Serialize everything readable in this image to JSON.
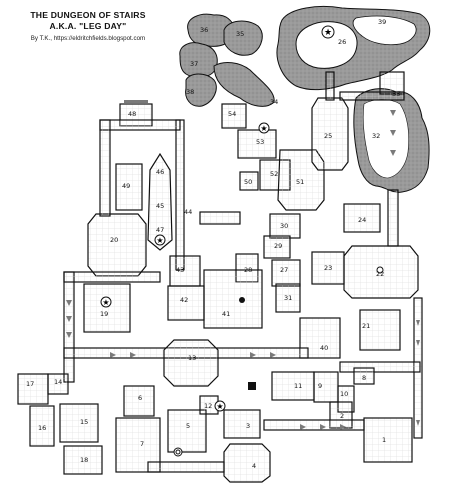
{
  "title": {
    "line1": "THE DUNGEON OF STAIRS",
    "line2": "A.K.A. \"LEG DAY\"",
    "credit": "By T.K., https://eldritchfields.blogspot.com"
  },
  "colors": {
    "ink": "#111111",
    "cave": "#9a9a9a",
    "grid": "#d6d6d6",
    "bg": "#ffffff"
  },
  "map_symbols": [
    "star-icon",
    "pit-icon",
    "spiral-stair-icon",
    "statue-icon",
    "stairs-icon"
  ],
  "rooms": [
    {
      "id": "1",
      "label": "1"
    },
    {
      "id": "2",
      "label": "2"
    },
    {
      "id": "3",
      "label": "3"
    },
    {
      "id": "4",
      "label": "4"
    },
    {
      "id": "5",
      "label": "5"
    },
    {
      "id": "6",
      "label": "6"
    },
    {
      "id": "7",
      "label": "7"
    },
    {
      "id": "8",
      "label": "8"
    },
    {
      "id": "9",
      "label": "9"
    },
    {
      "id": "10",
      "label": "10"
    },
    {
      "id": "11",
      "label": "11"
    },
    {
      "id": "12",
      "label": "12"
    },
    {
      "id": "13",
      "label": "13"
    },
    {
      "id": "14",
      "label": "14"
    },
    {
      "id": "15",
      "label": "15"
    },
    {
      "id": "16",
      "label": "16"
    },
    {
      "id": "17",
      "label": "17"
    },
    {
      "id": "18",
      "label": "18"
    },
    {
      "id": "19",
      "label": "19"
    },
    {
      "id": "20",
      "label": "20"
    },
    {
      "id": "21",
      "label": "21"
    },
    {
      "id": "22",
      "label": "22"
    },
    {
      "id": "23",
      "label": "23"
    },
    {
      "id": "24",
      "label": "24"
    },
    {
      "id": "25",
      "label": "25"
    },
    {
      "id": "26",
      "label": "26"
    },
    {
      "id": "27",
      "label": "27"
    },
    {
      "id": "28",
      "label": "28"
    },
    {
      "id": "29",
      "label": "29"
    },
    {
      "id": "30",
      "label": "30"
    },
    {
      "id": "31",
      "label": "31"
    },
    {
      "id": "32",
      "label": "32"
    },
    {
      "id": "33",
      "label": "33"
    },
    {
      "id": "34",
      "label": "34"
    },
    {
      "id": "35",
      "label": "35"
    },
    {
      "id": "36",
      "label": "36"
    },
    {
      "id": "37",
      "label": "37"
    },
    {
      "id": "38",
      "label": "38"
    },
    {
      "id": "39",
      "label": "39"
    },
    {
      "id": "40",
      "label": "40"
    },
    {
      "id": "41",
      "label": "41"
    },
    {
      "id": "42",
      "label": "42"
    },
    {
      "id": "43",
      "label": "43"
    },
    {
      "id": "44",
      "label": "44"
    },
    {
      "id": "45",
      "label": "45"
    },
    {
      "id": "46",
      "label": "46"
    },
    {
      "id": "47",
      "label": "47"
    },
    {
      "id": "48",
      "label": "48"
    },
    {
      "id": "49",
      "label": "49"
    },
    {
      "id": "50",
      "label": "50"
    },
    {
      "id": "51",
      "label": "51"
    },
    {
      "id": "52",
      "label": "52"
    },
    {
      "id": "53",
      "label": "53"
    },
    {
      "id": "54",
      "label": "54"
    }
  ]
}
